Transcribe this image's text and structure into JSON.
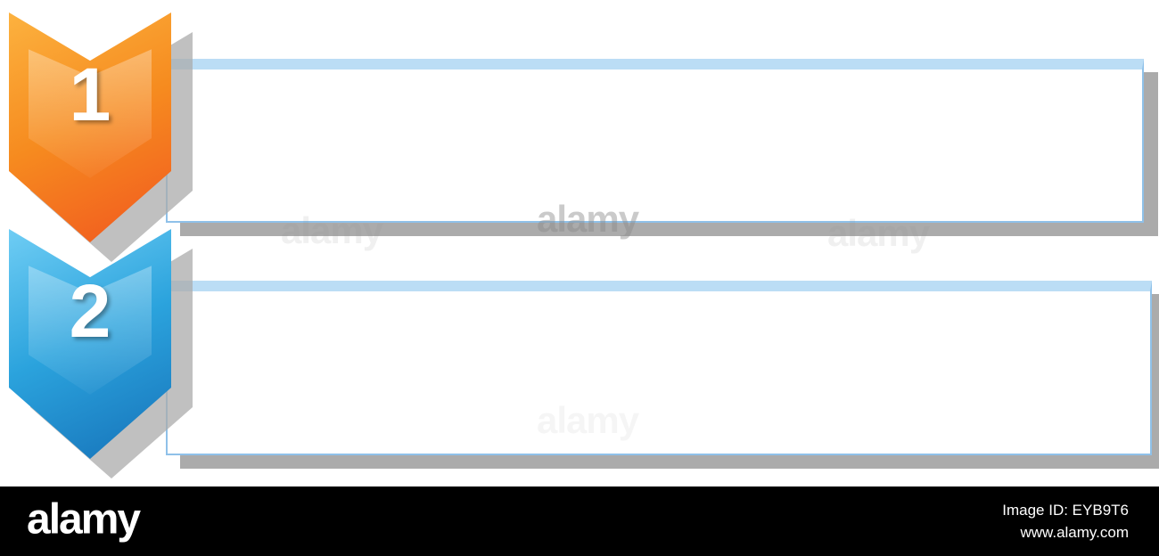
{
  "diagram": {
    "items": [
      {
        "number": "1",
        "label": "",
        "color": "#F15A24"
      },
      {
        "number": "2",
        "label": "",
        "color": "#1672B9"
      }
    ]
  },
  "watermark": {
    "text": "alamy"
  },
  "footer": {
    "brand": "alamy",
    "image_id": "Image ID: EYB9T6",
    "url": "www.alamy.com"
  },
  "colors": {
    "orange_light": "#FCB23F",
    "orange_dark": "#F1571F",
    "blue_light": "#6FCDF4",
    "blue_dark": "#1672B9",
    "bar_border": "#8FC1E9",
    "bar_strip": "#BBDDF5",
    "shadow": "#ABABAB",
    "footer_bg": "#000000"
  }
}
